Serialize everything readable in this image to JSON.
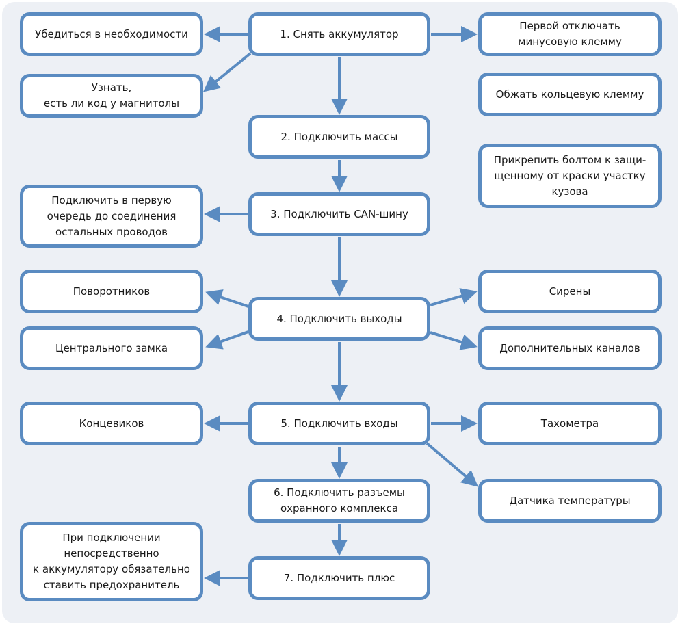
{
  "colors": {
    "background": "#edf0f5",
    "box_border": "#5a8bc1",
    "arrow": "#5a8bc1"
  },
  "steps": {
    "s1": "1. Снять аккумулятор",
    "s2": "2. Подключить массы",
    "s3": "3. Подключить CAN-шину",
    "s4": "4. Подключить выходы",
    "s5": "5. Подключить входы",
    "s6": [
      "6. Подключить разъемы",
      "охранного комплекса"
    ],
    "s7": "7. Подключить плюс"
  },
  "left": {
    "l1": "Убедиться в необходимости",
    "l2": [
      "Узнать,",
      "есть ли код у магнитолы"
    ],
    "l3": [
      "Подключить в первую",
      "очередь до соединения",
      "остальных проводов"
    ],
    "l4": "Поворотников",
    "l5": "Центрального замка",
    "l6": "Концевиков",
    "l7": [
      "При подключении",
      "непосредственно",
      "к аккумулятору обязательно",
      "ставить предохранитель"
    ]
  },
  "right": {
    "r1": [
      "Первой отключать",
      "минусовую клемму"
    ],
    "r2": "Обжать кольцевую клемму",
    "r3": [
      "Прикрепить болтом к защи-",
      "щенному от краски участку",
      "кузова"
    ],
    "r4": "Сирены",
    "r5": "Дополнительных каналов",
    "r6": "Тахометра",
    "r7": "Датчика температуры"
  }
}
